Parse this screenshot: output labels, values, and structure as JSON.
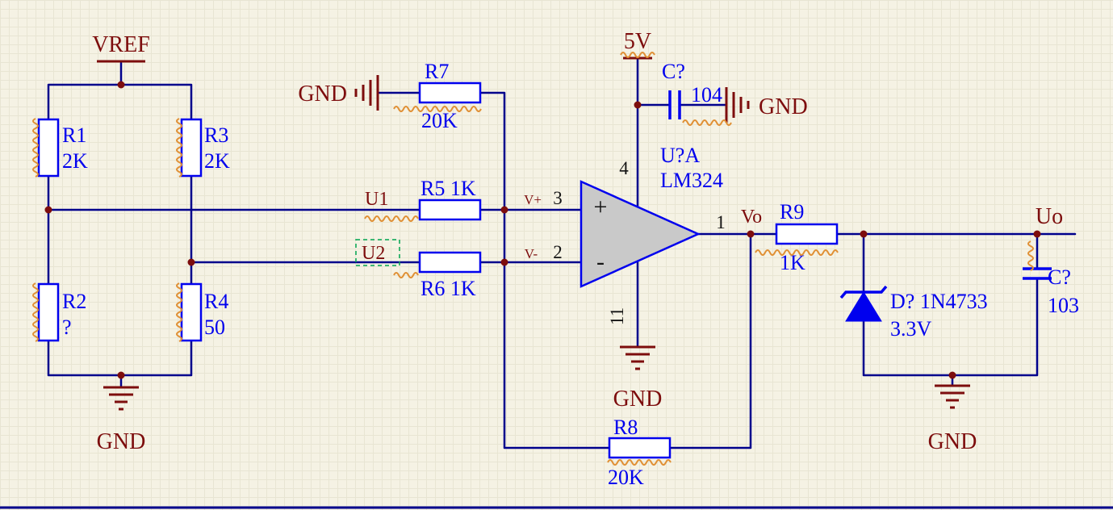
{
  "colors": {
    "background": "#f5f2e4",
    "wire": "#00008c",
    "component": "#0000ee",
    "power": "#7d0d0d",
    "opamp_fill": "#c9c9c9",
    "error_mark": "#e09035",
    "u2_box": "#00a550"
  },
  "power_ports": {
    "vref": "VREF",
    "v5": "5V",
    "gnd": "GND"
  },
  "net_labels": {
    "u1": "U1",
    "u2": "U2",
    "vo": "Vo",
    "uo": "Uo"
  },
  "components": {
    "r1": {
      "designator": "R1",
      "value": "2K"
    },
    "r2": {
      "designator": "R2",
      "value": "?"
    },
    "r3": {
      "designator": "R3",
      "value": "2K"
    },
    "r4": {
      "designator": "R4",
      "value": "50"
    },
    "r5": {
      "label": "R5 1K"
    },
    "r6": {
      "label": "R6 1K"
    },
    "r7": {
      "designator": "R7",
      "value": "20K"
    },
    "r8": {
      "designator": "R8",
      "value": "20K"
    },
    "r9": {
      "designator": "R9",
      "value": "1K"
    },
    "c1": {
      "designator": "C?",
      "value": "104"
    },
    "c2": {
      "designator": "C?",
      "value": "103"
    },
    "d1": {
      "label": "D? 1N4733",
      "value": "3.3V"
    },
    "opamp": {
      "designator": "U?A",
      "part": "LM324",
      "plus_input": "+",
      "minus_input": "-"
    }
  },
  "pins": {
    "p1": "1",
    "p2": "2",
    "p3": "3",
    "p4": "4",
    "p11": "11",
    "vplus": "V+",
    "vminus": "V-"
  }
}
